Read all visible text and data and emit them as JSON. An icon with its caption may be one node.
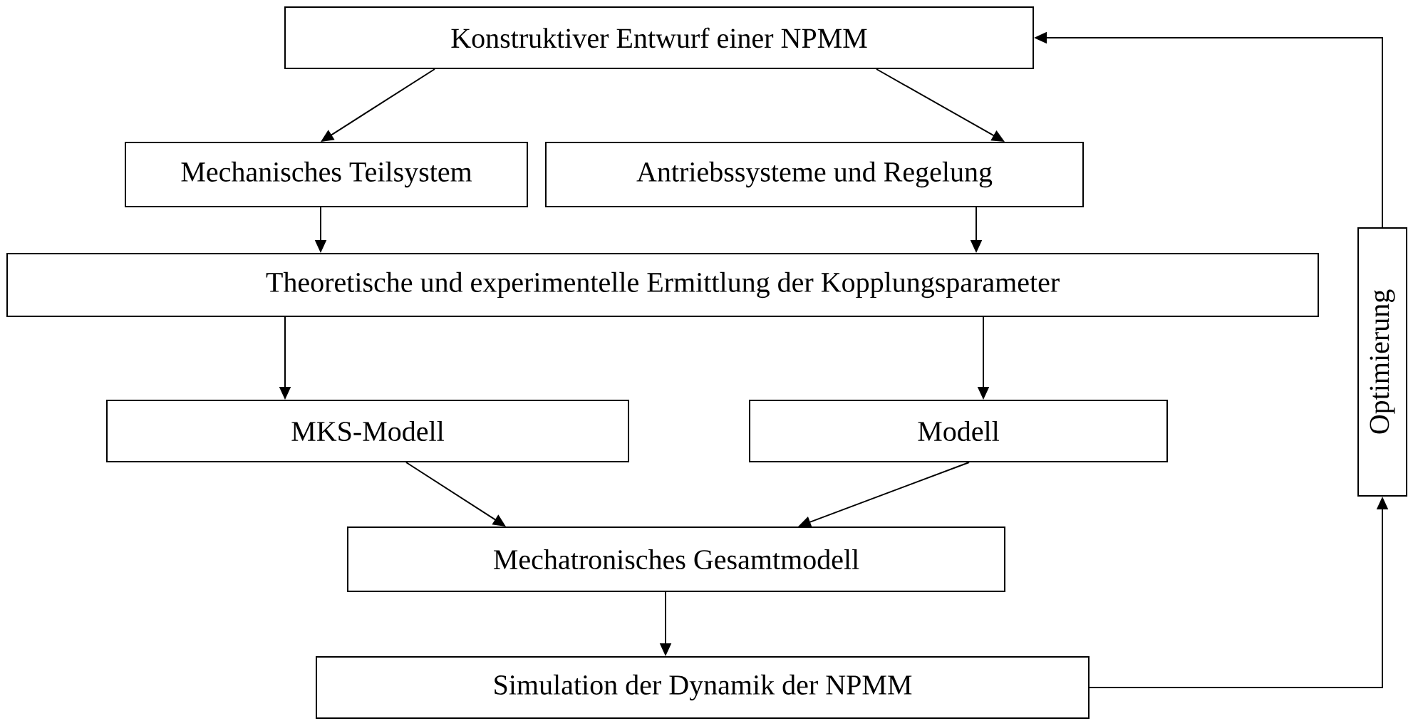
{
  "diagram": {
    "nodes": [
      {
        "text": [
          "Konstruktiver Entwurf einer NPMM"
        ]
      },
      {
        "text": [
          "Mechanisches Teilsystem"
        ]
      },
      {
        "text": [
          "Antriebssysteme und Regelung"
        ]
      },
      {
        "text": [
          "Theoretische und experimentelle Ermittlung der Kopplungsparameter"
        ]
      },
      {
        "text": [
          "MKS-Modell"
        ]
      },
      {
        "text": [
          "Modell"
        ]
      },
      {
        "text": [
          "Mechatronisches Gesamtmodell"
        ]
      },
      {
        "text": [
          "Simulation der Dynamik der NPMM"
        ]
      },
      {
        "text": [
          "Optimierung"
        ]
      }
    ],
    "edges": [
      {
        "from": 0,
        "to": 1,
        "arrow": "to"
      },
      {
        "from": 0,
        "to": 2,
        "arrow": "to"
      },
      {
        "from": 1,
        "to": 3,
        "arrow": "to"
      },
      {
        "from": 2,
        "to": 3,
        "arrow": "to"
      },
      {
        "from": 3,
        "to": 4,
        "arrow": "to"
      },
      {
        "from": 3,
        "to": 5,
        "arrow": "to"
      },
      {
        "from": 4,
        "to": 6,
        "arrow": "to"
      },
      {
        "from": 5,
        "to": 6,
        "arrow": "to"
      },
      {
        "from": 6,
        "to": 7,
        "arrow": "to"
      },
      {
        "from": 7,
        "to": 8,
        "arrow": "to"
      },
      {
        "from": 8,
        "to": 0,
        "arrow": "to"
      }
    ]
  }
}
